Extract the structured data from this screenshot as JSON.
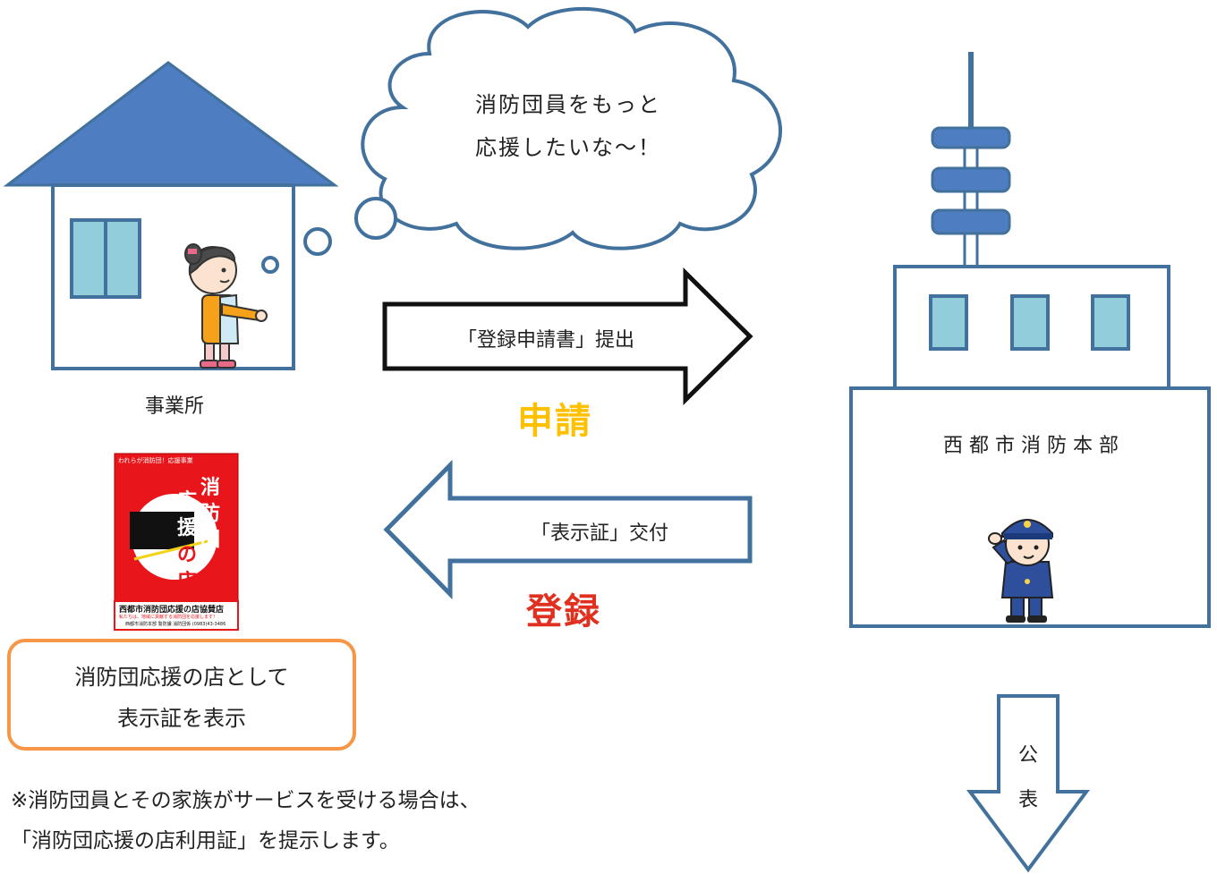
{
  "thought_bubble": {
    "line1": "消防団員をもっと",
    "line2": "応援したいな～！"
  },
  "business": {
    "label": "事業所"
  },
  "arrow_apply": {
    "label": "「登録申請書」提出",
    "caption": "申請"
  },
  "arrow_register": {
    "label": "「表示証」交付",
    "caption": "登録"
  },
  "fire_hq": {
    "label": "西 都 市 消 防 本 部"
  },
  "poster": {
    "top_text": "われらが消防団！応援事業",
    "title_chars": [
      "消",
      "防",
      "団",
      "応",
      "援",
      "の",
      "店"
    ],
    "bottom_title": "西都市消防団応援の店協賛店",
    "bottom_sub": "私たちは、地域に貢献する消防団を応援します！",
    "bottom_contact": "西都市消防本部 警防課 消防団係 (0983)43-3486"
  },
  "display_box": {
    "line1": "消防団応援の店として",
    "line2": "表示証を表示"
  },
  "publish_arrow": {
    "char1": "公",
    "char2": "表"
  },
  "note": {
    "line1": "※消防団員とその家族がサービスを受ける場合は、",
    "line2": "「消防団応援の店利用証」を提示します。"
  },
  "colors": {
    "building_blue": "#41719c",
    "window_fill": "#92cddc",
    "roof_fill": "#4f7dc1",
    "orange_box": "#f79646",
    "apply_caption": "#ffc000",
    "register_caption": "#e03020",
    "poster_red": "#e8161b"
  }
}
